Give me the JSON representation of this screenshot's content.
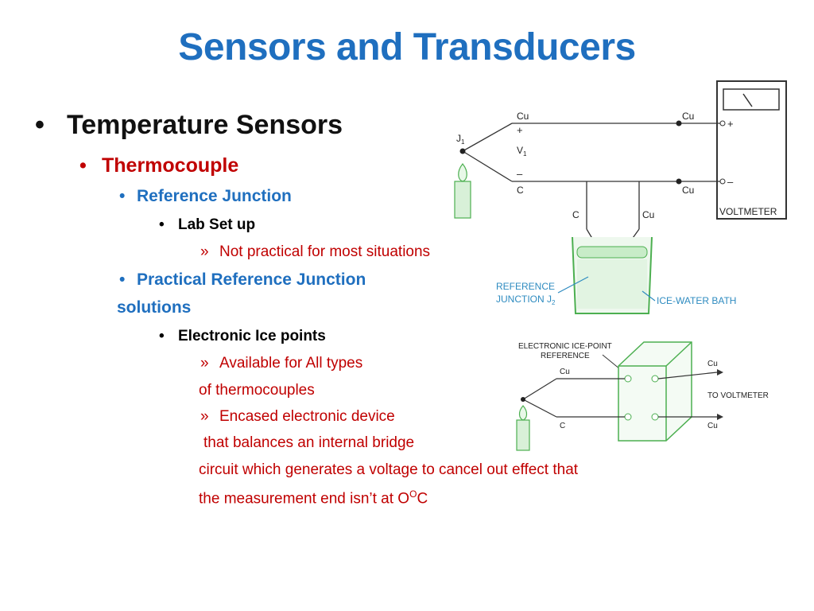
{
  "title": "Sensors and Transducers",
  "bullets": {
    "l1_temperature": "Temperature Sensors",
    "l2_thermocouple": "Thermocouple",
    "l3_reference_junction": "Reference Junction",
    "l4_lab_setup": "Lab Set up",
    "l5_not_practical": "Not practical for most situations",
    "l3_practical_line1": "Practical Reference Junction",
    "l3_practical_line2": "solutions",
    "l4_electronic_ice": "Electronic Ice points",
    "l5_available_line1": "Available for All types",
    "l5_available_line2": "of thermocouples",
    "l5_encased_line1": "Encased electronic device",
    "l5_encased_line2": "that balances an internal bridge",
    "l5_encased_line3": "circuit which generates a voltage to cancel out effect that",
    "l5_encased_line4_a": "the measurement end isn’t at O",
    "l5_encased_line4_sup": "O",
    "l5_encased_line4_b": "C"
  },
  "bullet_glyphs": {
    "dot": "•",
    "arrow": "»"
  },
  "diagram1": {
    "cu_top_left": "Cu",
    "plus": "+",
    "v1": "V",
    "v1_sub": "1",
    "minus": "–",
    "c_left": "C",
    "j1": "J",
    "j1_sub": "1",
    "cu_top_right": "Cu",
    "cu_bottom_right": "Cu",
    "meter_plus": "+",
    "meter_minus": "–",
    "voltmeter": "VOLTMETER",
    "c_lower": "C",
    "cu_lower": "Cu",
    "reference_label_1": "REFERENCE",
    "reference_label_2": "JUNCTION J",
    "reference_sub": "2",
    "bath_label": "ICE-WATER BATH"
  },
  "diagram2": {
    "label_1": "ELECTRONIC ICE-POINT",
    "label_2": "REFERENCE",
    "cu_left": "Cu",
    "c_left": "C",
    "cu_right_top": "Cu",
    "to_voltmeter": "TO VOLTMETER",
    "cu_right_bottom": "Cu"
  },
  "colors": {
    "title_blue": "#1f6fbf",
    "red": "#c00000",
    "diagram_green": "#4caf50",
    "diagram_blue": "#2e8bc0"
  }
}
